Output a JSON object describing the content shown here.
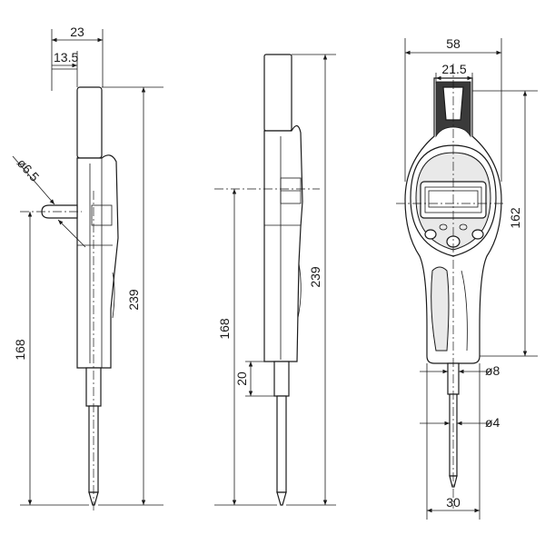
{
  "drawing": {
    "side_view": {
      "dim_overall_width": "23",
      "dim_body_depth": "13.5",
      "dim_stem_diameter": "ø6.5",
      "dim_total_height": "239",
      "dim_center_height": "168"
    },
    "front_view": {
      "dim_total_height": "239",
      "dim_center_height": "168",
      "dim_tip_length": "20"
    },
    "back_view": {
      "dim_overall_width": "58",
      "dim_top_width": "21.5",
      "dim_body_height": "162",
      "dim_stem_diameter": "ø8",
      "dim_spindle_diameter": "ø4",
      "dim_base_width": "30"
    }
  }
}
